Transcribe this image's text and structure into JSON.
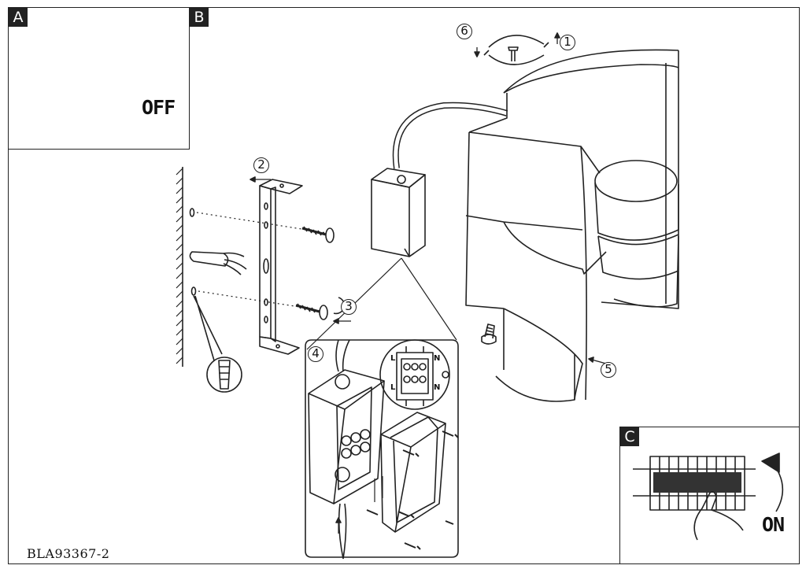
{
  "panels": {
    "a": {
      "tag": "A",
      "caption": "OFF"
    },
    "b": {
      "tag": "B"
    },
    "c": {
      "tag": "C",
      "caption": "ON"
    }
  },
  "steps": [
    "1",
    "2",
    "3",
    "4",
    "5",
    "6"
  ],
  "terminals": {
    "left_top": "L",
    "left_bottom": "L",
    "right_top": "N",
    "right_bottom": "N"
  },
  "reference_code": "BLA93367-2"
}
